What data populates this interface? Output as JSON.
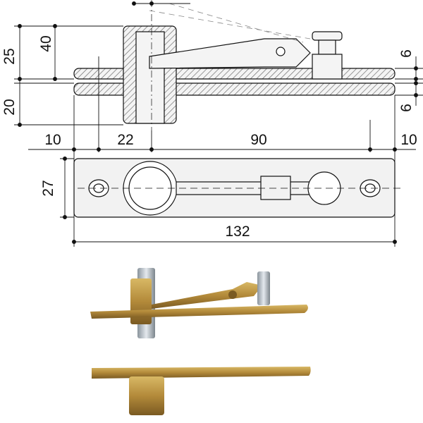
{
  "dimensions": {
    "height_top": "25",
    "post_height": "40",
    "height_bottom": "20",
    "plate_thickness_top": "6",
    "plate_thickness_bottom": "6",
    "left_margin": "10",
    "hole_to_pivot": "22",
    "pivot_to_hole": "90",
    "right_margin": "10",
    "plate_width": "27",
    "plate_length": "132"
  },
  "colors": {
    "line": "#111111",
    "plate_fill": "#f2f2f2",
    "hatch": "#555555",
    "brass": "#b8923e",
    "steel": "#a9b3bb"
  }
}
